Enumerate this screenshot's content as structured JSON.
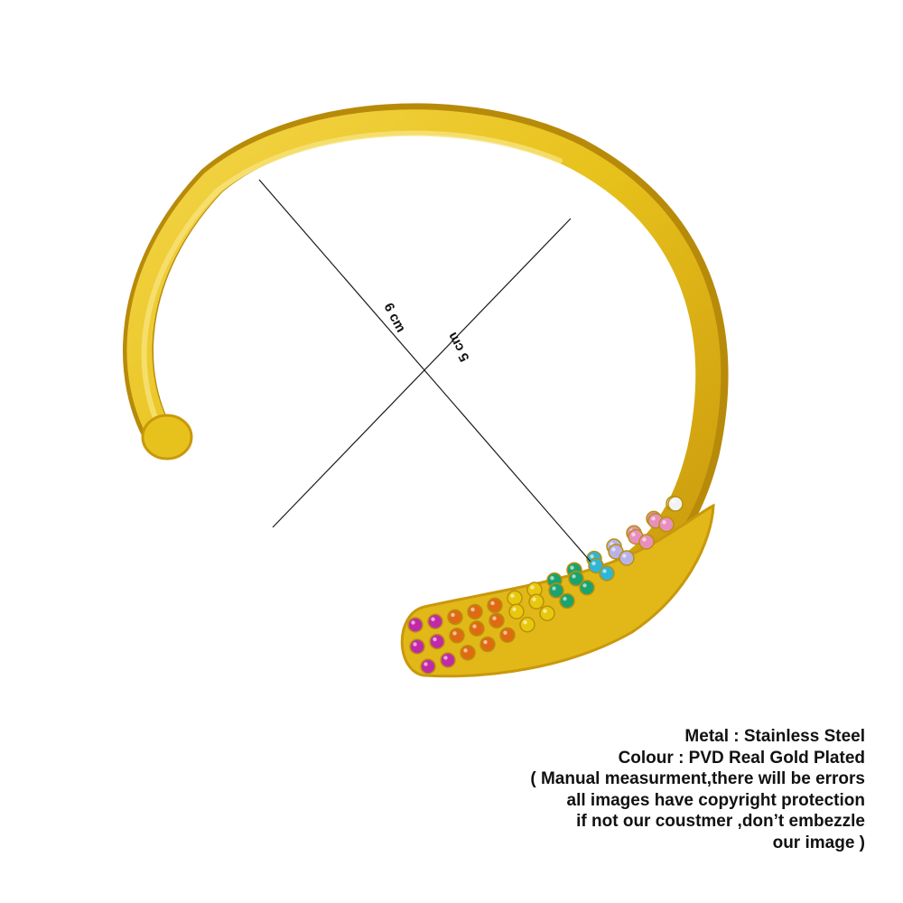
{
  "product": {
    "dimension_labels": {
      "width": "6 cm",
      "height": "5 cm"
    },
    "colors": {
      "gold_base": "#e8c21c",
      "gold_highlight": "#f6dc4e",
      "gold_shadow": "#b88a0a",
      "line": "#1a1a1a",
      "text": "#111111"
    },
    "stone_colors": [
      "#c02aa8",
      "#e06a12",
      "#e8c80e",
      "#1aa36e",
      "#2fb6d6",
      "#b8b2e6",
      "#e98fc0",
      "#f2f2f2"
    ]
  },
  "info": {
    "lines": [
      "Metal : Stainless Steel",
      "Colour : PVD Real Gold Plated",
      "( Manual measurment,there will be errors",
      "all images have copyright protection",
      "if not our coustmer ,don’t embezzle",
      "our image )"
    ]
  }
}
